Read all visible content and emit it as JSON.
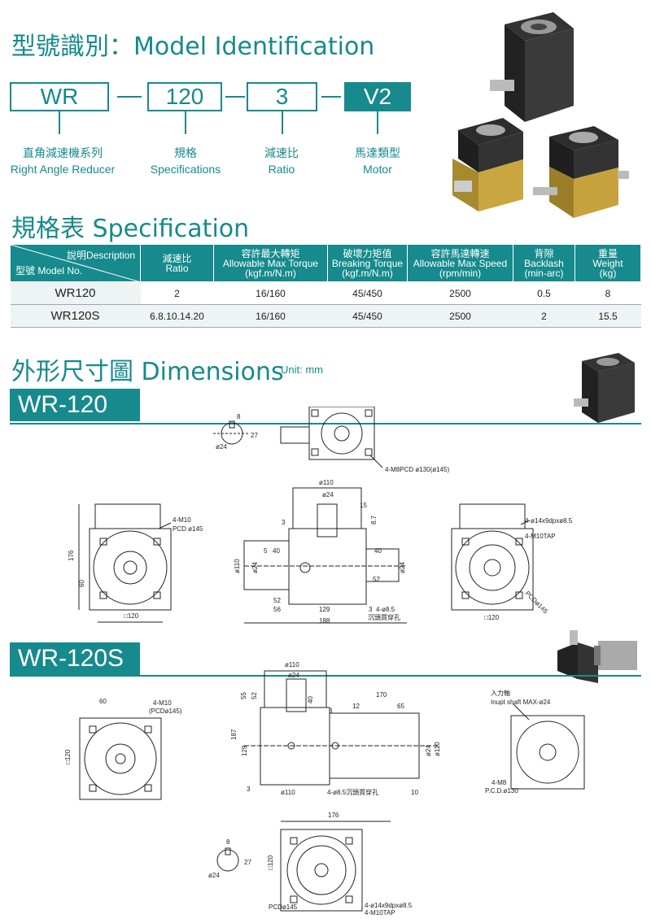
{
  "model_id": {
    "heading": "型號識別：Model Identification",
    "codes": [
      "WR",
      "120",
      "3",
      "V2"
    ],
    "captions": [
      {
        "zh": "直角減速機系列",
        "en": "Right Angle Reducer"
      },
      {
        "zh": "規格",
        "en": "Specifications"
      },
      {
        "zh": "減速比",
        "en": "Ratio"
      },
      {
        "zh": "馬達類型",
        "en": "Motor"
      }
    ]
  },
  "spec": {
    "heading": "規格表 Specification",
    "corner_top": "說明Description",
    "corner_bottom": "型號 Model No.",
    "headers": [
      {
        "zh": "減速比",
        "en": "Ratio",
        "unit": ""
      },
      {
        "zh": "容許最大轉矩",
        "en": "Allowable Max Torque",
        "unit": "(kgf.m/N.m)"
      },
      {
        "zh": "破壞力矩值",
        "en": "Breaking Torque",
        "unit": "(kgf.m/N.m)"
      },
      {
        "zh": "容許馬達轉速",
        "en": "Allowable Max Speed",
        "unit": "(rpm/min)"
      },
      {
        "zh": "背隙",
        "en": "Backlash",
        "unit": "(min-arc)"
      },
      {
        "zh": "重量",
        "en": "Weight",
        "unit": "(kg)"
      }
    ],
    "rows": [
      {
        "model": "WR120",
        "ratio": "2",
        "torque": "16/160",
        "breaking": "45/450",
        "speed": "2500",
        "backlash": "0.5",
        "weight": "8"
      },
      {
        "model": "WR120S",
        "ratio": "6.8.10.14.20",
        "torque": "16/160",
        "breaking": "45/450",
        "speed": "2500",
        "backlash": "2",
        "weight": "15.5"
      }
    ]
  },
  "dimensions": {
    "heading": "外形尺寸圖 Dimensions",
    "unit": "Unit: mm",
    "banner1": "WR-120",
    "banner2": "WR-120S",
    "wr120": {
      "key_8": "8",
      "key_27": "27",
      "key_d24": "ø24",
      "top_note": "4-M8PCD ø130(ø145)",
      "left_m10": "4-M10",
      "left_pcd": "PCD ø145",
      "d176": "176",
      "d60": "60",
      "d120": "□120",
      "d110": "ø110",
      "d24": "ø24",
      "d15": "15",
      "d3": "3",
      "d87": "8.7",
      "d40a": "40",
      "d40b": "40",
      "d5": "5",
      "d110s": "ø110",
      "d24s": "ø24",
      "d24r": "ø24",
      "d52a": "52",
      "d52b": "52",
      "d56": "56",
      "d129": "129",
      "d188": "188",
      "d3b": "3",
      "hole_note": "4-ø8.5",
      "hole_note_zh": "沉頭貫穿孔",
      "right_note1": "4-ø14x9dpxø8.5",
      "right_note2": "4-M10TAP",
      "right_pcd": "PCDø145",
      "right_d120": "□120"
    },
    "wr120s": {
      "d60": "60",
      "m10": "4-M10",
      "pcd": "(PCDø145)",
      "d120": "□120",
      "d110": "ø110",
      "d24": "ø24",
      "d55": "55",
      "d52": "52",
      "d40": "40",
      "d3": "3",
      "d170": "170",
      "d12": "12",
      "d65": "65",
      "d187": "187",
      "d129": "129",
      "d3b": "3",
      "d110b": "ø110",
      "hole": "4-ø8.5沉頭貫穿孔",
      "d10": "10",
      "d24r": "ø24",
      "d110r": "ø110",
      "in_zh": "入力軸",
      "in_en": "Inupt shaft MAX-ø24",
      "m8": "4-M8",
      "pcd130": "P.C.D.ø130",
      "b_d176": "176",
      "b_d120": "□120",
      "b_8": "8",
      "b_27": "27",
      "b_d24": "ø24",
      "b_pcd": "PCDø145",
      "b_note1": "4-ø14x9dpxø8.5",
      "b_note2": "4-M10TAP"
    }
  }
}
